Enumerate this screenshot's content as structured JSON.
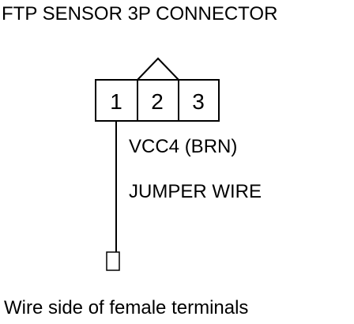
{
  "title": "FTP SENSOR 3P CONNECTOR",
  "connector": {
    "pins": [
      "1",
      "2",
      "3"
    ]
  },
  "labels": {
    "wire_color": "VCC4 (BRN)",
    "jumper": "JUMPER WIRE"
  },
  "caption": "Wire side of female terminals"
}
